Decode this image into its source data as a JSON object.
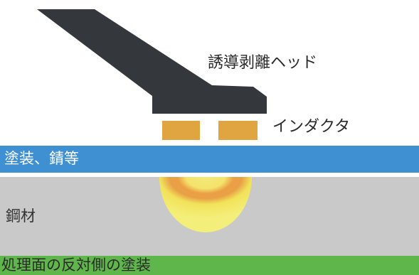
{
  "labels": {
    "head": "誘導剥離ヘッド",
    "inductor": "インダクタ",
    "coating": "塗装、錆等",
    "steel": "鋼材",
    "backside_coating": "処理面の反対側の塗装"
  },
  "colors": {
    "head": "#34373c",
    "inductor": "#e0a441",
    "coating": "#3f8fd3",
    "steel": "#c9c9ca",
    "backside_coating": "#5fb64a",
    "heat_outer": "#f4ec62",
    "heat_ring": "#eba146",
    "heat_core": "#f3e676"
  }
}
